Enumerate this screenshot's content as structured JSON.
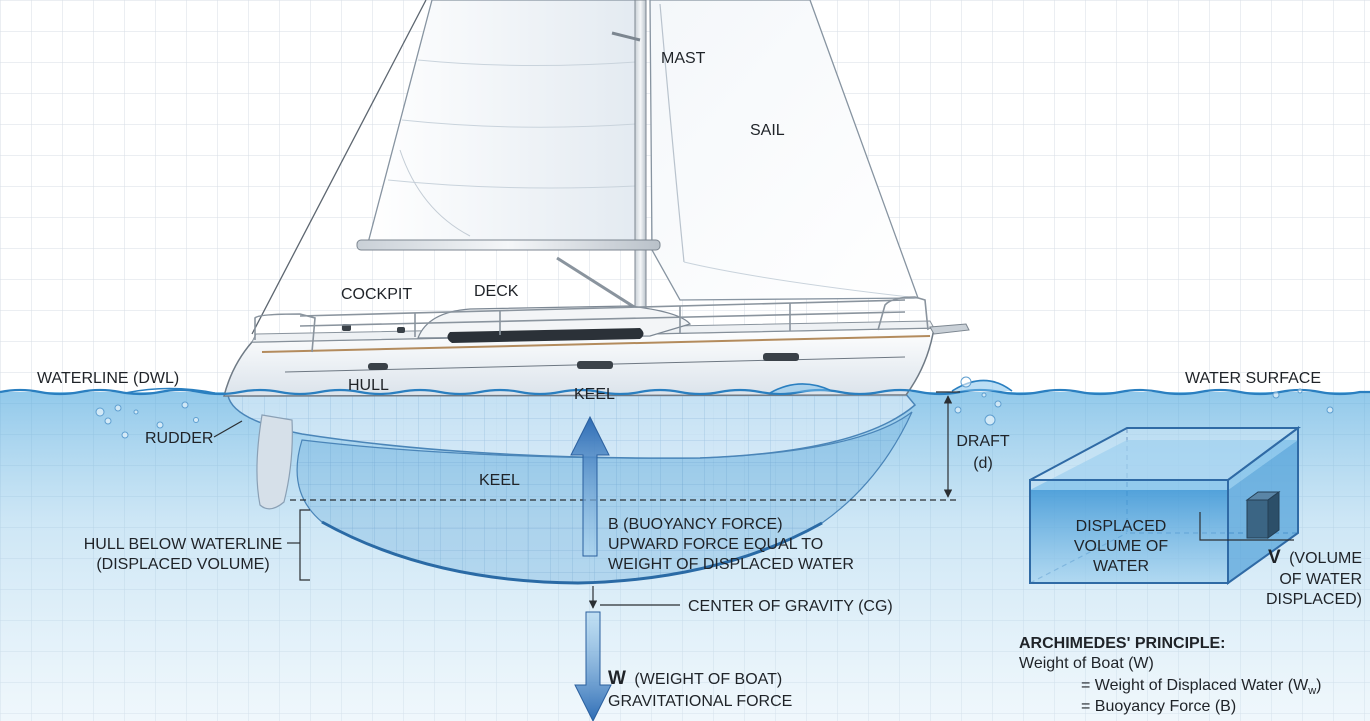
{
  "colors": {
    "force_arrow": "#2d6cb5",
    "water_line": "#2a7fc0",
    "label_text": "#1f2328"
  },
  "rig": {
    "mast_label": "MAST",
    "sail_label": "SAIL"
  },
  "deck": {
    "cockpit_label": "COCKPIT",
    "deck_label": "DECK"
  },
  "water": {
    "waterline_label": "WATERLINE (DWL)",
    "surface_label": "WATER SURFACE"
  },
  "hull": {
    "hull_label": "HULL",
    "keel_label_upper": "KEEL",
    "keel_label_lower": "KEEL",
    "rudder_label": "RUDDER",
    "below_waterline_lines": [
      "HULL BELOW WATERLINE",
      "(DISPLACED VOLUME)"
    ]
  },
  "draft": {
    "label": "DRAFT",
    "symbol": "(d)"
  },
  "buoyancy": {
    "lines": [
      "B (BUOYANCY FORCE)",
      "UPWARD FORCE EQUAL TO",
      "WEIGHT OF DISPLACED WATER"
    ]
  },
  "gravity": {
    "cg_label": "CENTER OF GRAVITY (CG)",
    "symbol": "W",
    "title": "(WEIGHT OF BOAT)",
    "subtitle": "GRAVITATIONAL FORCE"
  },
  "displaced_box": {
    "center_lines": [
      "DISPLACED",
      "VOLUME OF",
      "WATER"
    ],
    "v_symbol": "V",
    "v_lines": [
      "(VOLUME",
      "OF WATER",
      "DISPLACED)"
    ]
  },
  "principle": {
    "title": "ARCHIMEDES' PRINCIPLE:",
    "line1": "Weight of Boat (W)",
    "line2": "= Weight of Displaced Water (W",
    "line2_sub": "w",
    "line2_end": ")",
    "line3": "= Buoyancy Force (B)"
  }
}
